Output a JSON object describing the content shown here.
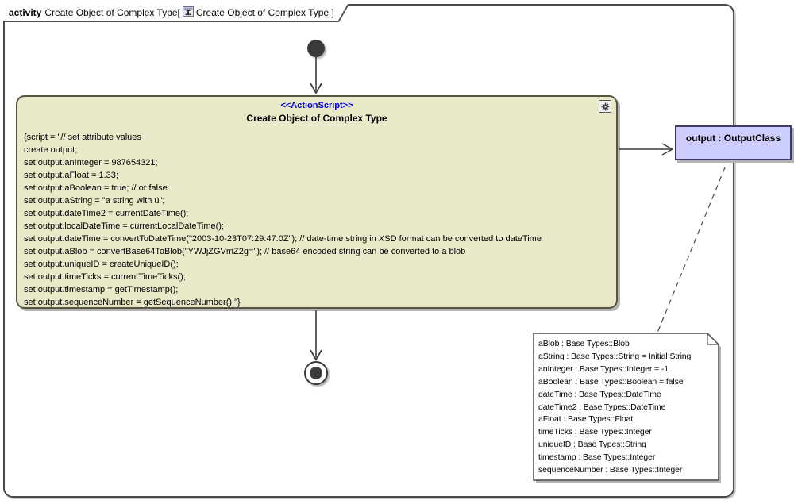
{
  "frame": {
    "keyword": "activity",
    "name_with_bracket": "Create Object of Complex Type[",
    "diagram_ref_with_bracket": "Create Object of Complex Type ]"
  },
  "action": {
    "stereotype": "<<ActionScript>>",
    "name": "Create Object of Complex Type",
    "script_lines": [
      "{script = \"// set attribute values",
      "create output;",
      "set output.anInteger = 987654321;",
      "set output.aFloat = 1.33;",
      "set output.aBoolean = true; // or false",
      "set output.aString = \"a string with ü\";",
      "set output.dateTime2 = currentDateTime();",
      "set output.localDateTime = currentLocalDateTime();",
      "set output.dateTime = convertToDateTime(\"2003-10-23T07:29:47.0Z\"); // date-time string in XSD format can be converted to dateTime",
      "set output.aBlob = convertBase64ToBlob(\"YWJjZGVmZ2g=\"); // base64 encoded string can be converted to a blob",
      "set output.uniqueID = createUniqueID();",
      "set output.timeTicks = currentTimeTicks();",
      "set output.timestamp = getTimestamp();",
      "set output.sequenceNumber = getSequenceNumber();\"}"
    ]
  },
  "output_object": {
    "label": "output : OutputClass"
  },
  "note": {
    "lines": [
      "aBlob : Base Types::Blob",
      "aString : Base Types::String = Initial String",
      "anInteger : Base Types::Integer = -1",
      "aBoolean : Base Types::Boolean = false",
      "dateTime : Base Types::DateTime",
      "dateTime2 : Base Types::DateTime",
      "aFloat : Base Types::Float",
      "timeTicks : Base Types::Integer",
      "uniqueID : Base Types::String",
      "timestamp : Base Types::Integer",
      "sequenceNumber : Base Types::Integer"
    ]
  },
  "colors": {
    "action_fill": "#e9e9ca",
    "output_fill": "#ccccff",
    "stereotype_blue": "#0000d2",
    "edge_color": "#3a3a3a"
  }
}
